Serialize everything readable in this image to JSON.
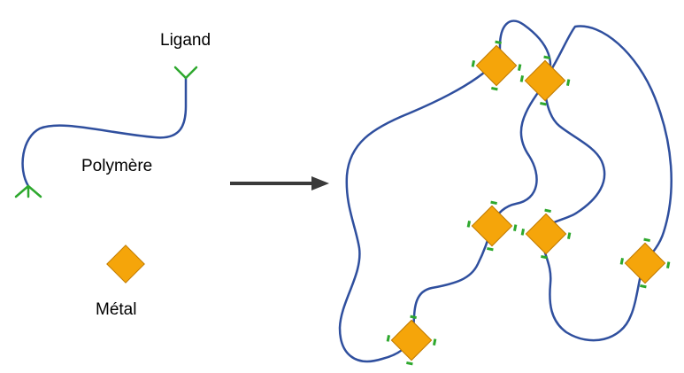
{
  "labels": {
    "ligand": "Ligand",
    "polymer": "Polymère",
    "metal": "Métal"
  },
  "colors": {
    "polymer_chain": "#2f4f9e",
    "ligand": "#2ea82e",
    "metal_fill": "#f5a50a",
    "metal_stroke": "#c07a00",
    "arrow": "#3a3a3a"
  }
}
